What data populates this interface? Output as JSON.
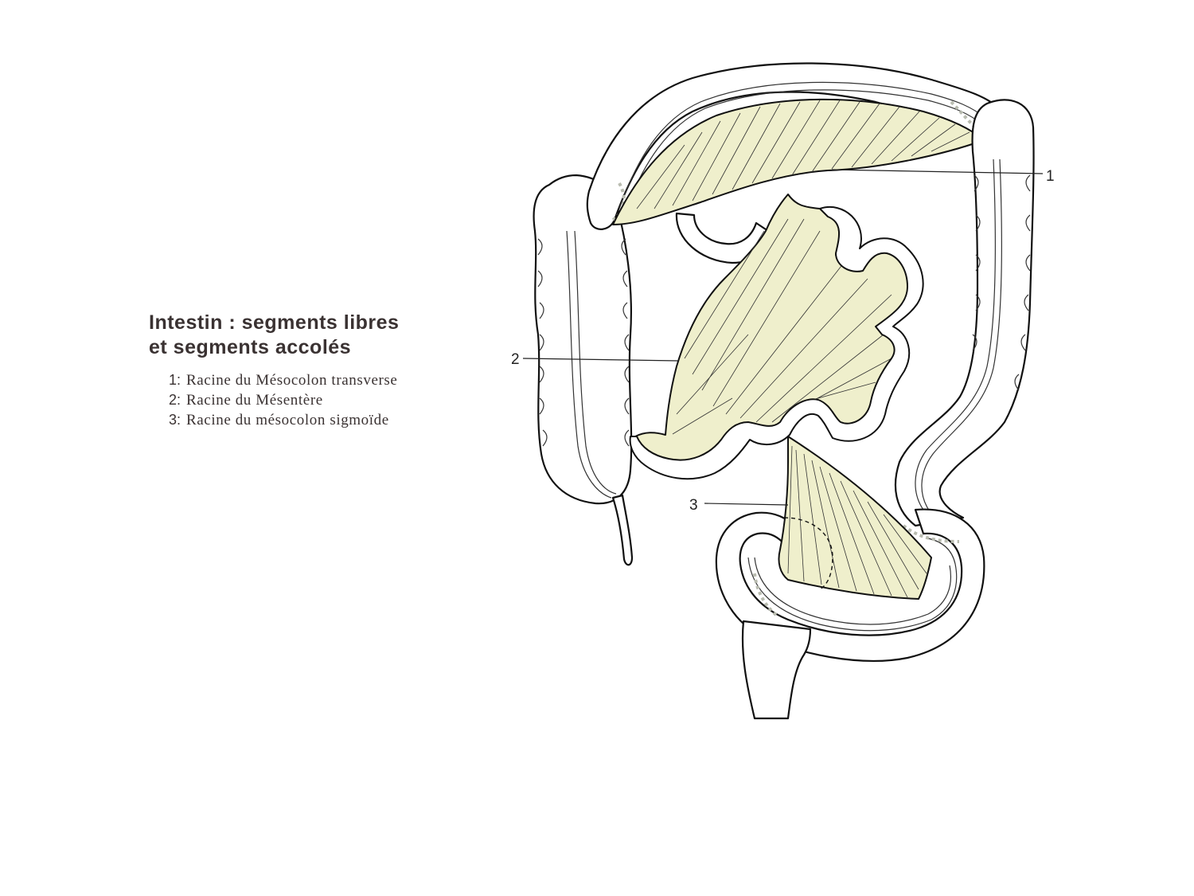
{
  "title": {
    "line1": "Intestin : segments libres",
    "line2": "et segments accolés"
  },
  "legend": [
    {
      "num": "1:",
      "text": "Racine du Mésocolon transverse"
    },
    {
      "num": "2:",
      "text": "Racine du Mésentère"
    },
    {
      "num": "3:",
      "text": "Racine du mésocolon sigmoïde"
    }
  ],
  "callouts": {
    "c1": "1",
    "c2": "2",
    "c3": "3"
  },
  "colors": {
    "mesentery_fill": "#efefcc",
    "outline": "#111111",
    "text": "#3a3232"
  }
}
